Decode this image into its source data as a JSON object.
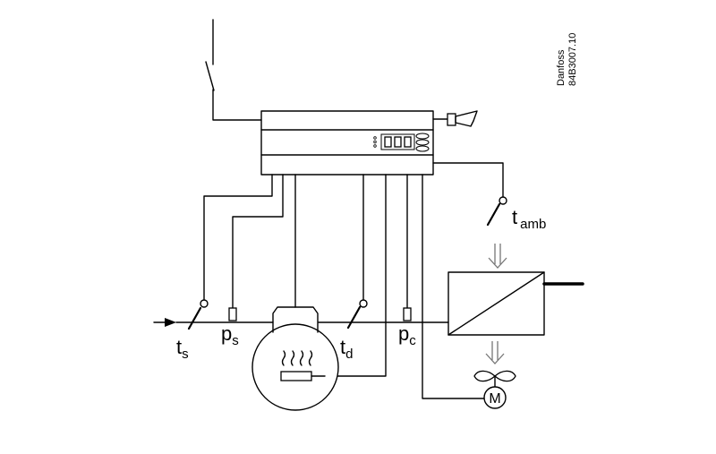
{
  "labels": {
    "ts_main": "t",
    "ts_sub": "s",
    "ps_main": "p",
    "ps_sub": "s",
    "td_main": "t",
    "td_sub": "d",
    "pc_main": "p",
    "pc_sub": "c",
    "tamb_main": "t",
    "tamb_sub": "amb",
    "motor": "M"
  },
  "watermark": {
    "brand": "Danfoss",
    "code": "84B3007.10"
  }
}
